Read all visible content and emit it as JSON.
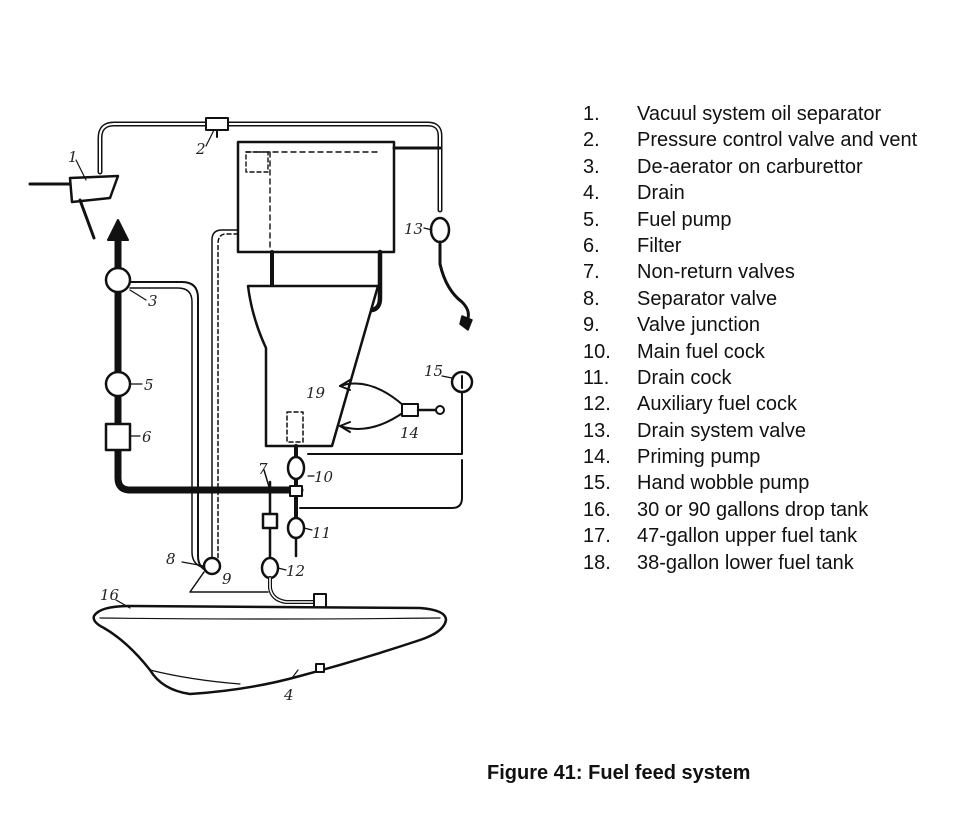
{
  "legend": [
    {
      "num": "1.",
      "label": "Vacuul system oil separator"
    },
    {
      "num": "2.",
      "label": "Pressure control valve and vent"
    },
    {
      "num": "3.",
      "label": "De-aerator on carburettor"
    },
    {
      "num": "4.",
      "label": "Drain"
    },
    {
      "num": "5.",
      "label": "Fuel pump"
    },
    {
      "num": "6.",
      "label": "Filter"
    },
    {
      "num": "7.",
      "label": "Non-return valves"
    },
    {
      "num": "8.",
      "label": "Separator valve"
    },
    {
      "num": "9.",
      "label": "Valve junction"
    },
    {
      "num": "10.",
      "label": "Main fuel cock"
    },
    {
      "num": "11.",
      "label": "Drain cock"
    },
    {
      "num": "12.",
      "label": "Auxiliary fuel cock"
    },
    {
      "num": "13.",
      "label": "Drain system valve"
    },
    {
      "num": "14.",
      "label": "Priming pump"
    },
    {
      "num": "15.",
      "label": "Hand wobble pump"
    },
    {
      "num": "16.",
      "label": "30 or 90 gallons drop tank"
    },
    {
      "num": "17.",
      "label": "47-gallon upper fuel tank"
    },
    {
      "num": "18.",
      "label": "38-gallon lower fuel tank"
    }
  ],
  "callouts": [
    "1",
    "2",
    "3",
    "4",
    "5",
    "6",
    "7",
    "8",
    "9",
    "10",
    "11",
    "12",
    "13",
    "14",
    "15",
    "16",
    "19"
  ],
  "caption": "Figure 41: Fuel feed system"
}
